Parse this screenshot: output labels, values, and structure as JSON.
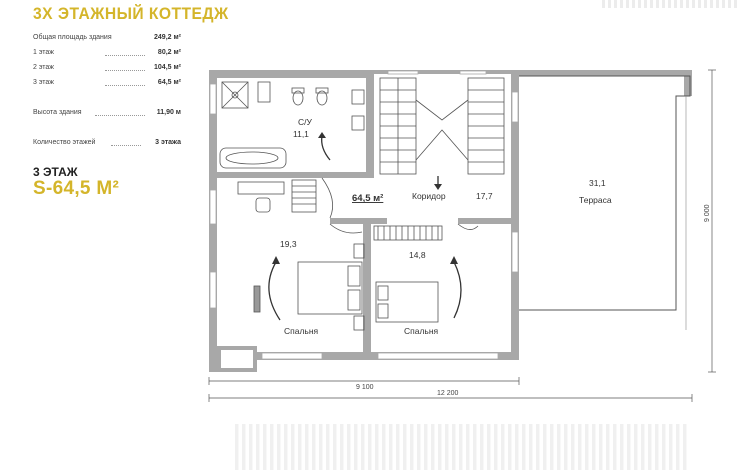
{
  "header": {
    "title": "3Х ЭТАЖНЫЙ КОТТЕДЖ"
  },
  "stats": [
    {
      "label": "Общая площадь здания",
      "value": "249,2 м²"
    },
    {
      "label": "1 этаж",
      "value": "80,2 м²"
    },
    {
      "label": "2 этаж",
      "value": "104,5 м²"
    },
    {
      "label": "3 этаж",
      "value": "64,5 м²"
    },
    {
      "label": "Высота здания",
      "value": "11,90 м"
    },
    {
      "label": "Количество этажей",
      "value": "3 этажа"
    }
  ],
  "floor": {
    "label": "3 ЭТАЖ",
    "area": "S-64,5 М²"
  },
  "plan": {
    "total_area": "64,5 м²",
    "rooms": {
      "bathroom_name": "С/У",
      "bathroom_area": "11,1",
      "bedroom_left_area": "19,3",
      "bedroom_left_name": "Спальня",
      "bedroom_right_area": "14,8",
      "bedroom_right_name": "Спальня",
      "corridor_name": "Коридор",
      "corridor_area": "17,7",
      "terrace_area": "31,1",
      "terrace_name": "Терраса"
    },
    "dimensions": {
      "width_inner": "9 100",
      "width_total": "12 200",
      "depth": "9 000"
    }
  },
  "colors": {
    "accent": "#d4b52a",
    "wall": "#a8a8a8",
    "text": "#333333"
  }
}
